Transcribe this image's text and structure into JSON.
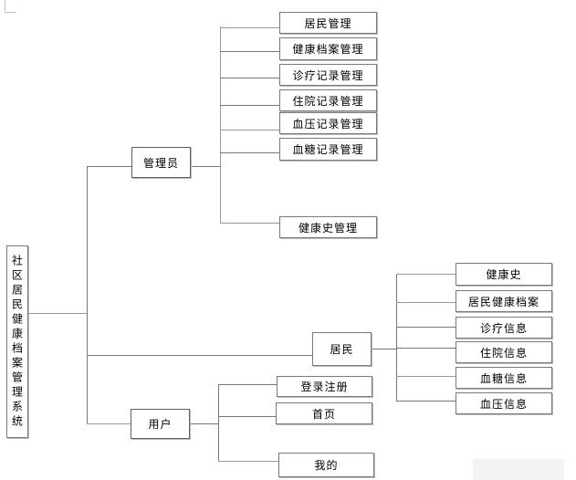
{
  "diagram": {
    "root_label": "社区居民健康档案管理系统",
    "admin_label": "管理员",
    "user_label": "用户",
    "resident_label": "居民",
    "admin_children": [
      "居民管理",
      "健康档案管理",
      "诊疗记录管理",
      "住院记录管理",
      "血压记录管理",
      "血糖记录管理",
      "健康史管理"
    ],
    "resident_children": [
      "健康史",
      "居民健康档案",
      "诊疗信息",
      "住院信息",
      "血糖信息",
      "血压信息"
    ],
    "user_children": [
      "登录注册",
      "首页",
      "我的"
    ]
  }
}
